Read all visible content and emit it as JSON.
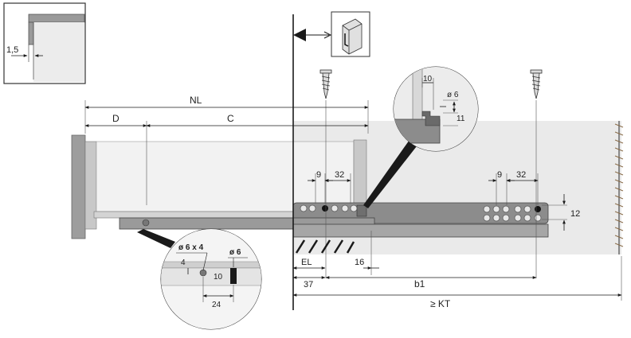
{
  "dimensions": {
    "nl": "NL",
    "d": "D",
    "c": "C",
    "el": "EL",
    "b1": "b1",
    "kt": "≥ KT",
    "v37": "37",
    "v16": "16",
    "v12": "12",
    "v9_front": "9",
    "v32_front": "32",
    "v9_rear": "9",
    "v32_rear": "32"
  },
  "inset_top_left": {
    "v15": "1,5"
  },
  "zoom_upper": {
    "v10": "10",
    "d6": "ø 6",
    "v11": "11"
  },
  "zoom_lower": {
    "d6x4": "ø 6 x 4",
    "d6": "ø 6",
    "v4": "4",
    "v10": "10",
    "v24": "24"
  },
  "colors": {
    "panel": "#eaeaea",
    "rail": "#8c8c8c",
    "rail_dark": "#5e5e5e",
    "line": "#1a1a1a"
  }
}
